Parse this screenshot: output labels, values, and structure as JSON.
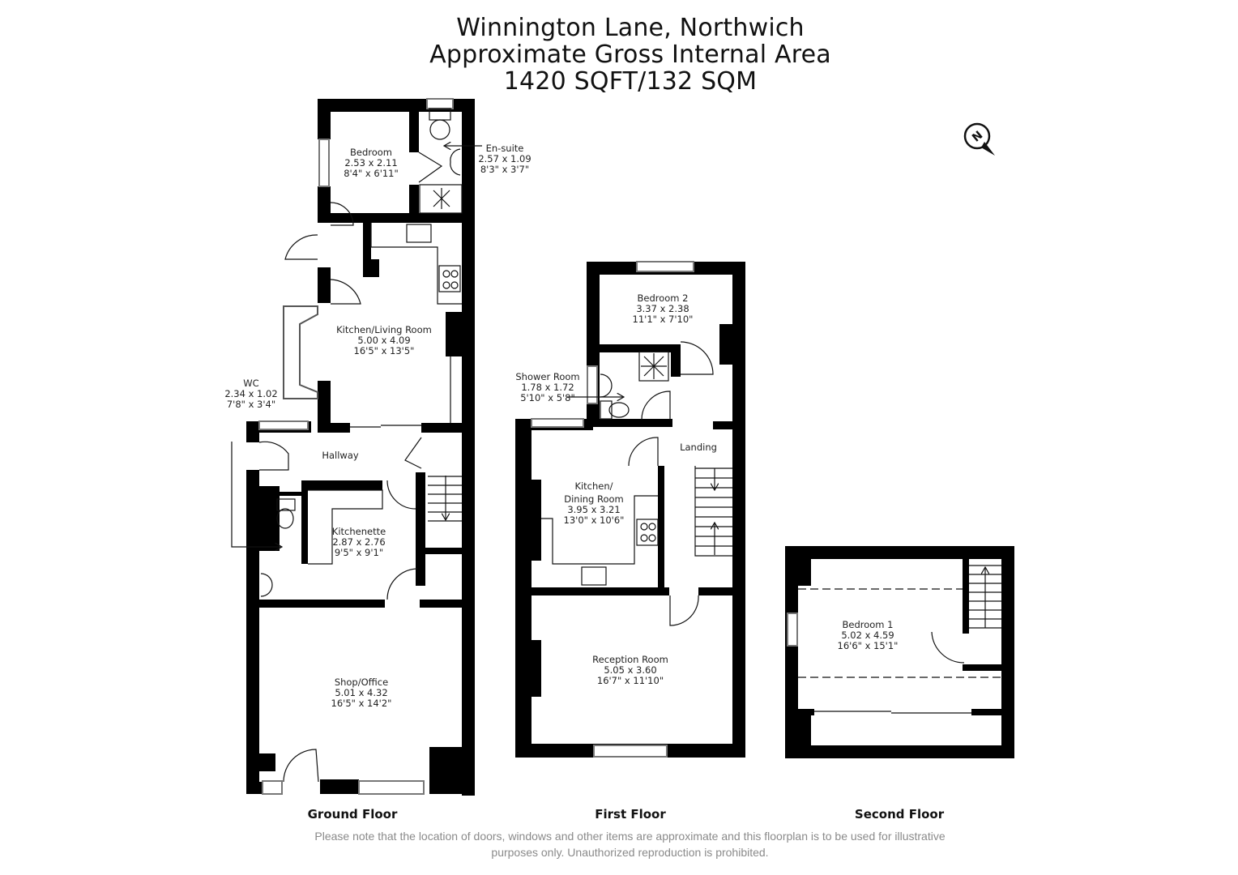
{
  "header": {
    "address": "Winnington Lane, Northwich",
    "area_label": "Approximate Gross Internal Area",
    "area_value": "1420 SQFT/132 SQM"
  },
  "compass": {
    "icon": "north-compass-icon",
    "letter": "N"
  },
  "floors": {
    "ground": {
      "label": "Ground Floor",
      "rooms": {
        "bedroom": {
          "name": "Bedroom",
          "metric": "2.53 x 2.11",
          "imperial": "8'4\" x 6'11\""
        },
        "ensuite": {
          "name": "En-suite",
          "metric": "2.57 x 1.09",
          "imperial": "8'3\" x 3'7\""
        },
        "kitchen_living": {
          "name": "Kitchen/Living Room",
          "metric": "5.00 x 4.09",
          "imperial": "16'5\" x 13'5\""
        },
        "wc": {
          "name": "WC",
          "metric": "2.34 x 1.02",
          "imperial": "7'8\" x 3'4\""
        },
        "hallway": {
          "name": "Hallway"
        },
        "kitchenette": {
          "name": "Kitchenette",
          "metric": "2.87 x 2.76",
          "imperial": "9'5\" x 9'1\""
        },
        "shop_office": {
          "name": "Shop/Office",
          "metric": "5.01 x 4.32",
          "imperial": "16'5\" x 14'2\""
        }
      }
    },
    "first": {
      "label": "First Floor",
      "rooms": {
        "bedroom2": {
          "name": "Bedroom 2",
          "metric": "3.37 x 2.38",
          "imperial": "11'1\" x 7'10\""
        },
        "shower_room": {
          "name": "Shower Room",
          "metric": "1.78 x 1.72",
          "imperial": "5'10\" x 5'8\""
        },
        "landing": {
          "name": "Landing"
        },
        "kitchen_dining_1": {
          "name": "Kitchen/"
        },
        "kitchen_dining_2": {
          "name": "Dining Room",
          "metric": "3.95 x 3.21",
          "imperial": "13'0\" x 10'6\""
        },
        "reception": {
          "name": "Reception Room",
          "metric": "5.05 x 3.60",
          "imperial": "16'7\" x 11'10\""
        }
      }
    },
    "second": {
      "label": "Second Floor",
      "rooms": {
        "bedroom1": {
          "name": "Bedroom 1",
          "metric": "5.02 x 4.59",
          "imperial": "16'6\" x 15'1\""
        }
      }
    }
  },
  "footer": {
    "disclaimer_line1": "Please note that the location of doors, windows and other items are approximate and this floorplan is to be used for illustrative",
    "disclaimer_line2": "purposes only. Unauthorized reproduction is prohibited."
  }
}
